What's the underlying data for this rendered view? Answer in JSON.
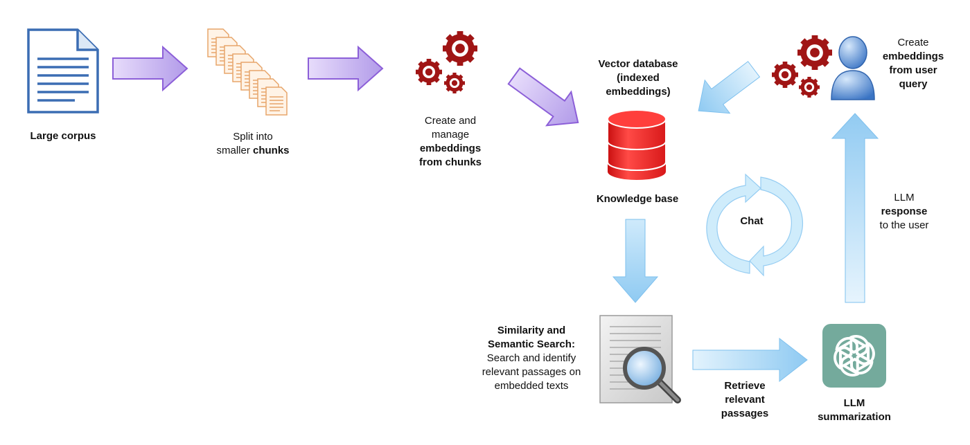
{
  "labels": {
    "corpus": "Large corpus",
    "split_l1": "Split into",
    "split_l2a": "smaller ",
    "split_l2b": "chunks",
    "create_l1": "Create and",
    "create_l2": "manage",
    "create_l3": "embeddings",
    "create_l4": "from chunks",
    "vector_l1": "Vector database",
    "vector_l2": "(indexed",
    "vector_l3": "embeddings)",
    "kb": "Knowledge base",
    "query_l1": "Create",
    "query_l2": "embeddings",
    "query_l3": "from user",
    "query_l4": "query",
    "chat": "Chat",
    "llm_resp_l1": "LLM",
    "llm_resp_l2": "response",
    "llm_resp_l3": "to the user",
    "search_l1": "Similarity and",
    "search_l2": "Semantic Search:",
    "search_l3": "Search and identify",
    "search_l4": "relevant passages on",
    "search_l5": "embedded texts",
    "retrieve_l1": "Retrieve",
    "retrieve_l2": "relevant",
    "retrieve_l3": "passages",
    "summ_l1": "LLM",
    "summ_l2": "summarization"
  },
  "icons": {
    "document": "document-icon",
    "chunks": "stacked-pages-icon",
    "gears": "gears-icon",
    "database": "database-icon",
    "user": "user-icon",
    "search_doc": "magnifier-document-icon",
    "llm": "openai-logo-icon"
  },
  "colors": {
    "purple_arrow": "#b9a3ea",
    "purple_edge": "#8c5fd8",
    "blue_arrow": "#9fd4f5",
    "blue_edge": "#6fb8ea",
    "gear_red": "#a01515",
    "db_red": "#e8211f",
    "llm_green": "#74aa9c"
  }
}
